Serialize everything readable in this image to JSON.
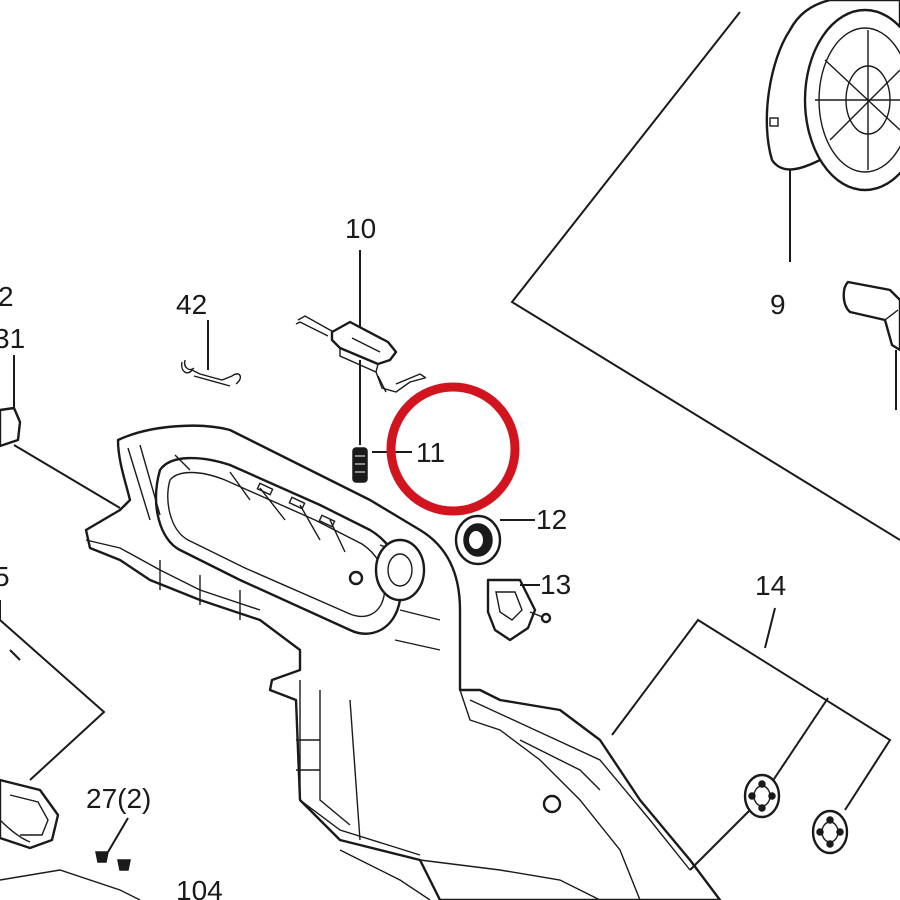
{
  "labels": {
    "l9": "9",
    "l10": "10",
    "l11": "11",
    "l12": "12",
    "l13": "13",
    "l14": "14",
    "l27": "27(2)",
    "l31": "31",
    "l42": "42",
    "l104": "104",
    "l_partial_2": "2",
    "l_partial_5": "5"
  },
  "highlight": {
    "color": "#d2141e"
  }
}
